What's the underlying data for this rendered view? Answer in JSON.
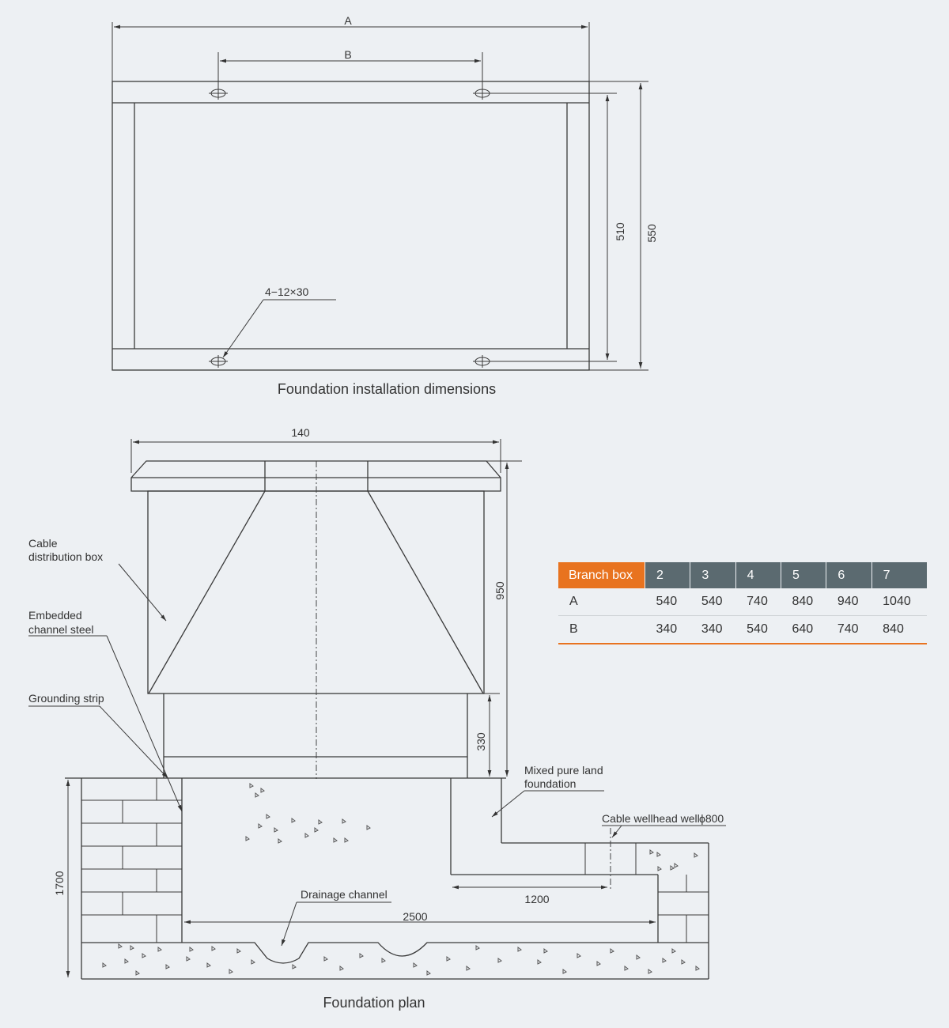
{
  "top_drawing": {
    "dim_A": "A",
    "dim_B": "B",
    "dim_510": "510",
    "dim_550": "550",
    "hole_note": "4−12×30",
    "caption": "Foundation installation dimensions"
  },
  "bottom_drawing": {
    "dim_140": "140",
    "dim_950": "950",
    "dim_330": "330",
    "dim_1700": "1700",
    "dim_1200": "1200",
    "dim_2500": "2500",
    "label_cable_box_1": "Cable",
    "label_cable_box_2": "distribution box",
    "label_channel_1": "Embedded",
    "label_channel_2": "channel steel",
    "label_grounding": "Grounding strip",
    "label_mixed_1": "Mixed pure land",
    "label_mixed_2": "foundation",
    "label_wellhead": "Cable wellhead well",
    "label_wellhead_dia": "ϕ800",
    "label_drainage": "Drainage channel",
    "caption": "Foundation plan"
  },
  "table": {
    "header": [
      "Branch box",
      "2",
      "3",
      "4",
      "5",
      "6",
      "7"
    ],
    "rows": [
      [
        "A",
        "540",
        "540",
        "740",
        "840",
        "940",
        "1040"
      ],
      [
        "B",
        "340",
        "340",
        "540",
        "640",
        "740",
        "840"
      ]
    ]
  },
  "colors": {
    "background": "#edf0f3",
    "accent": "#e8731f",
    "header_gray": "#5b6a70",
    "line": "#3a3a3a"
  }
}
